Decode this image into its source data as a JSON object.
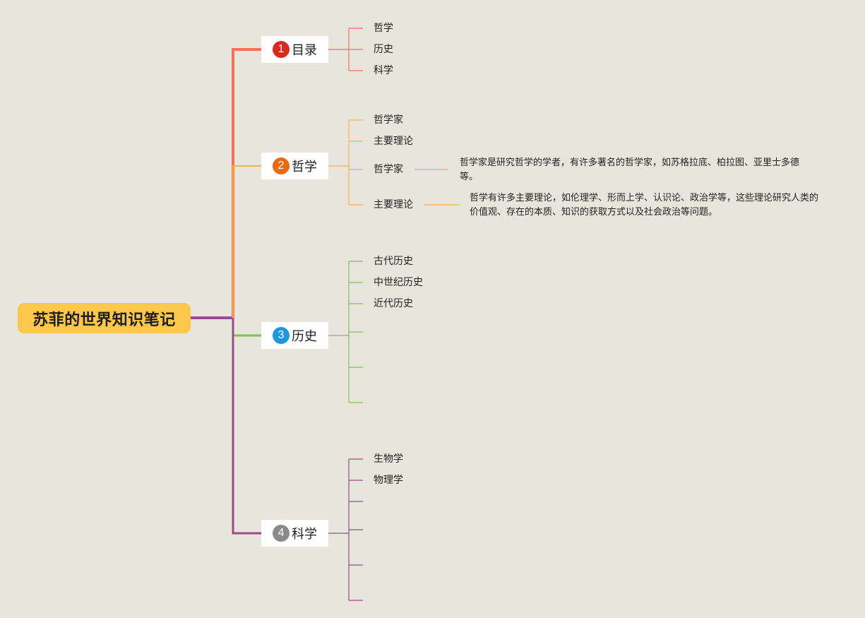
{
  "root": {
    "title": "苏菲的世界知识笔记",
    "color": "#fcc74b"
  },
  "branches": [
    {
      "number": "1",
      "label": "目录",
      "color": "#f2715f",
      "badge_color": "#d62b1e",
      "leaves": [
        "哲学",
        "历史",
        "科学"
      ],
      "blank_leaves": 0
    },
    {
      "number": "2",
      "label": "哲学",
      "color": "#f7b43c",
      "badge_color": "#ea6a12",
      "leaves": [
        "哲学家",
        "主要理论",
        "哲学家",
        "主要理论"
      ],
      "notes": [
        "哲学家是研究哲学的学者，有许多著名的哲学家，如苏格拉底、柏拉图、亚里士多德等。",
        "哲学有许多主要理论，如伦理学、形而上学、认识论、政治学等，这些理论研究人类的价值观、存在的本质、知识的获取方式以及社会政治等问题。"
      ],
      "blank_leaves": 0
    },
    {
      "number": "3",
      "label": "历史",
      "color": "#7cc25a",
      "badge_color": "#1f96de",
      "leaves": [
        "古代历史",
        "中世纪历史",
        "近代历史"
      ],
      "blank_leaves": 3
    },
    {
      "number": "4",
      "label": "科学",
      "color": "#9b4b8c",
      "badge_color": "#8a8a8a",
      "leaves": [
        "生物学",
        "物理学"
      ],
      "blank_leaves": 4
    }
  ]
}
